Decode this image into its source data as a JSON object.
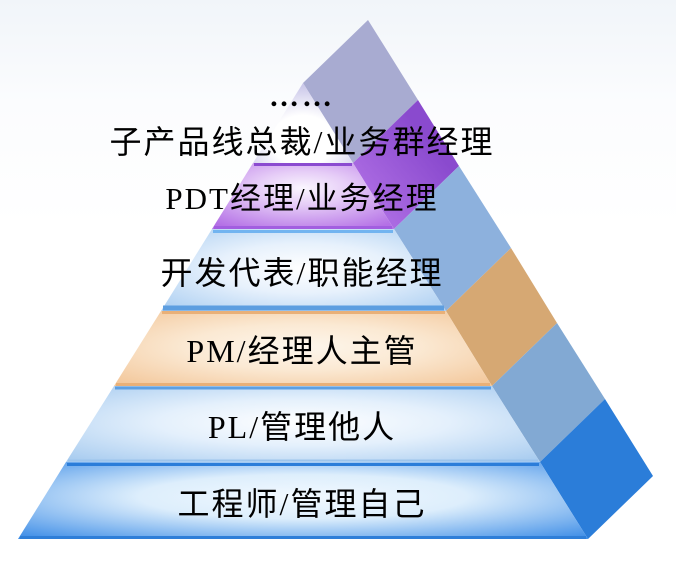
{
  "background": {
    "top_color": "#f1f5f9",
    "bottom_color": "#ffffff"
  },
  "pyramid": {
    "ellipsis_label": "……",
    "levels": [
      {
        "label": "子产品线总裁/业务群经理",
        "front_center": "#ffffff",
        "front_edge": "#c9c6e9",
        "side_color": "#a8abd1"
      },
      {
        "label": "PDT经理/业务经理",
        "front_center": "#faf6fe",
        "front_edge": "#b470e6",
        "side_color": "#8a4ace",
        "side_glow": "#b878ea",
        "top_border": "#8b4bd0",
        "bottom_border": "#a25ee0"
      },
      {
        "label": "开发代表/职能经理",
        "front_center": "#ffffff",
        "front_edge": "#aed0f2",
        "side_color": "#8db1dd",
        "top_border": "#72b4f0",
        "bottom_border": "#5d9ee0"
      },
      {
        "label": "PM/经理人主管",
        "front_center": "#fdf6ec",
        "front_edge": "#f3c89c",
        "side_color": "#d6a873",
        "top_border": "#e9b078",
        "bottom_border": "#e9b078"
      },
      {
        "label": "PL/管理他人",
        "front_center": "#ffffff",
        "front_edge": "#aacdf0",
        "side_color": "#82a9d3",
        "top_border": "#5d9fe2",
        "bottom_border": "#9cc4ec"
      },
      {
        "label": "工程师/管理自己",
        "front_center": "#ddeefc",
        "front_edge": "#3f8ee7",
        "side_color": "#2b7dd9",
        "top_border": "#2b7dd9",
        "bottom_border": "#2e7ed8"
      }
    ]
  }
}
